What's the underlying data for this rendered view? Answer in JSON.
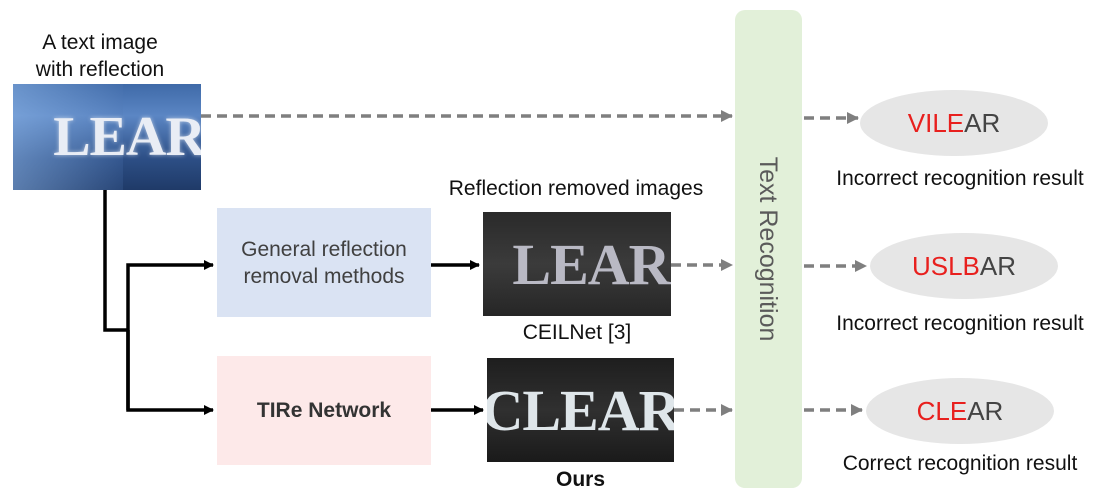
{
  "input": {
    "caption_line1": "A text image",
    "caption_line2": "with reflection",
    "image_text": "LEAR"
  },
  "methods": {
    "general": "General reflection removal methods",
    "tire": "TIRe Network"
  },
  "removed_header": "Reflection removed images",
  "outputs": {
    "ceilnet_text": "LEAR",
    "ceilnet_caption": "CEILNet [3]",
    "ours_text": "CLEAR",
    "ours_caption": "Ours"
  },
  "recognizer": "Text Recognition",
  "results": [
    {
      "wrong": "VILE",
      "rest": "AR",
      "caption": "Incorrect recognition result"
    },
    {
      "wrong": "USLB",
      "rest": "AR",
      "caption": "Incorrect recognition result"
    },
    {
      "wrong": "CLE",
      "rest": "AR",
      "caption": "Correct recognition result"
    }
  ],
  "colors": {
    "general_box": "#dae3f3",
    "tire_box": "#fde9e9",
    "recognition_bar": "#e2f0d9",
    "result_ellipse": "#e6e6e6",
    "highlight": "#e8201e",
    "dashed_arrow": "#7f7f7f"
  }
}
